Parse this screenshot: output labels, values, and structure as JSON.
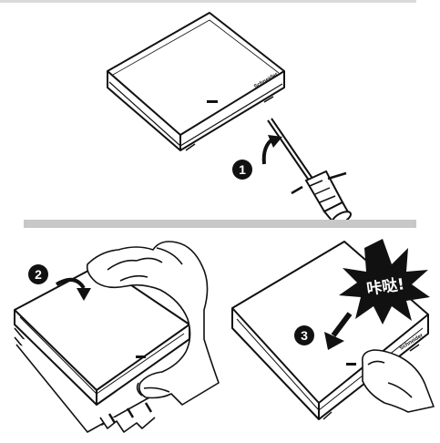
{
  "steps": [
    {
      "number": "1"
    },
    {
      "number": "2"
    },
    {
      "number": "3"
    }
  ],
  "brand_mark": "Schneider",
  "click_sound": "咔哒!",
  "colors": {
    "divider": "#c8c8c8",
    "ink": "#111111",
    "paper": "#ffffff"
  },
  "icons": [
    "screwdriver-icon",
    "curved-arrow-icon",
    "down-arrow-icon",
    "hand-icon",
    "starburst-icon"
  ]
}
